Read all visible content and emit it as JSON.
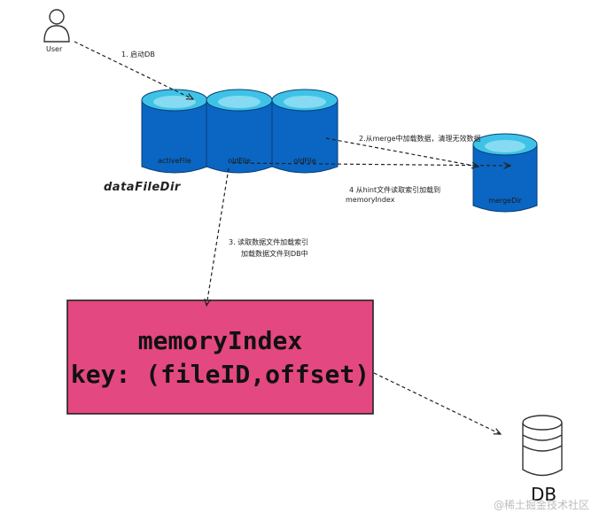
{
  "user": {
    "label": "User"
  },
  "steps": {
    "start": "1. 启动DB",
    "merge": "2.从merge中加载数据，清理无效数据",
    "read_index_line1": "3. 读取数据文件加载索引",
    "read_index_line2": "加载数据文件到DB中",
    "hint_line1": "4 从hint文件读取索引加载到",
    "hint_line2": "memoryIndex"
  },
  "files": {
    "active": "activeFile",
    "old1": "oldFile",
    "old2": "oldFile",
    "merge": "mergeDir"
  },
  "data_dir": "dataFileDir",
  "memory_index": {
    "line1": "memoryIndex",
    "line2": "key: (fileID,offset)"
  },
  "db": "DB",
  "watermark": "@稀土掘金技术社区",
  "colors": {
    "cylinder_body": "#0a66c2",
    "cylinder_top": "#3ec3e6",
    "cylinder_top_inner": "#86dbf2",
    "index_box": "#e44880"
  }
}
